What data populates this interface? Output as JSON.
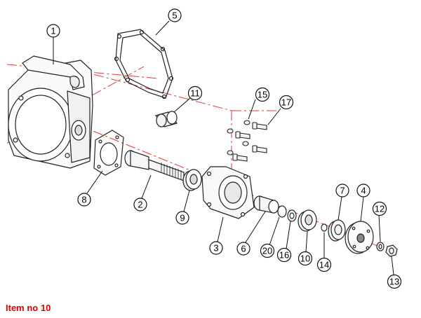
{
  "caption": "Item no 10",
  "caption_color": "#e00000",
  "centerline_color": "#e0383f",
  "balloons": [
    {
      "id": "1",
      "text": "1"
    },
    {
      "id": "2",
      "text": "2"
    },
    {
      "id": "3",
      "text": "3"
    },
    {
      "id": "4",
      "text": "4"
    },
    {
      "id": "5",
      "text": "5"
    },
    {
      "id": "6",
      "text": "6"
    },
    {
      "id": "7",
      "text": "7"
    },
    {
      "id": "8",
      "text": "8"
    },
    {
      "id": "9",
      "text": "9"
    },
    {
      "id": "10",
      "text": "10"
    },
    {
      "id": "11",
      "text": "11"
    },
    {
      "id": "12",
      "text": "12"
    },
    {
      "id": "13",
      "text": "13"
    },
    {
      "id": "14",
      "text": "14"
    },
    {
      "id": "15",
      "text": "15"
    },
    {
      "id": "16",
      "text": "16"
    },
    {
      "id": "17",
      "text": "17"
    },
    {
      "id": "20",
      "text": "20"
    }
  ]
}
